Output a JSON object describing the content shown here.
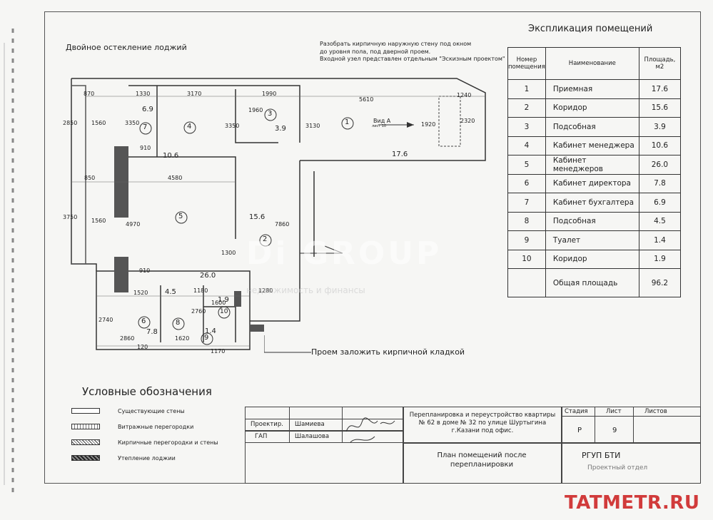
{
  "explication": {
    "title": "Экспликация помещений",
    "col_number": "Номер помещения",
    "col_name": "Наименование",
    "col_area": "Площадь, м2",
    "rows": [
      {
        "num": "1",
        "name": "Приемная",
        "area": "17.6"
      },
      {
        "num": "2",
        "name": "Коридор",
        "area": "15.6"
      },
      {
        "num": "3",
        "name": "Подсобная",
        "area": "3.9"
      },
      {
        "num": "4",
        "name": "Кабинет  менеджера",
        "area": "10.6"
      },
      {
        "num": "5",
        "name": "Кабинет  менеджеров",
        "area": "26.0"
      },
      {
        "num": "6",
        "name": "Кабинет директора",
        "area": "7.8"
      },
      {
        "num": "7",
        "name": "Кабинет  бухгалтера",
        "area": "6.9"
      },
      {
        "num": "8",
        "name": "Подсобная",
        "area": "4.5"
      },
      {
        "num": "9",
        "name": "Туалет",
        "area": "1.4"
      },
      {
        "num": "10",
        "name": "Коридор",
        "area": "1.9"
      }
    ],
    "total_label": "Общая площадь",
    "total_value": "96.2"
  },
  "notes": {
    "loggia": "Двойное остекление лоджий",
    "wall_line1": "Разобрать кирпичную наружную стену под окном",
    "wall_line2": "до  уровня  пола, под  дверной проем.",
    "wall_line3": "Входной узел представлен отдельным \"Эскизным проектом\"",
    "opening": "Проем  заложить  кирпичной  кладкой",
    "view": "Вид А",
    "sheet_ref": "лист 10"
  },
  "plan": {
    "dims": [
      "870",
      "1330",
      "3170",
      "1990",
      "5610",
      "1240",
      "2850",
      "1560",
      "3350",
      "910",
      "1960",
      "3350",
      "3130",
      "1920",
      "2320",
      "4580",
      "850",
      "3750",
      "1560",
      "4970",
      "7860",
      "1300",
      "910",
      "1520",
      "1180",
      "1280",
      "2740",
      "2760",
      "1600",
      "2860",
      "120",
      "1620",
      "1170"
    ],
    "areas": [
      "6.9",
      "10.6",
      "3.9",
      "17.6",
      "15.6",
      "26.0",
      "4.5",
      "1.9",
      "7.8",
      "1.4"
    ],
    "room_numbers": [
      "1",
      "2",
      "3",
      "4",
      "5",
      "6",
      "7",
      "8",
      "9",
      "10"
    ]
  },
  "legend": {
    "title": "Условные обозначения",
    "items": [
      "Существующие стены",
      "Витражные перегородки",
      "Кирпичные  перегородки  и стены",
      "Утепление лоджии"
    ]
  },
  "stamp": {
    "role1": "Проектир.",
    "name1": "Шамиева",
    "role2": "ГАП",
    "name2": "Шалашова",
    "project_title": "Перепланировка и переустройство квартиры № 62  в доме № 32 по улице Шуртыгина  г.Казани под  офис.",
    "stage_label": "Стадия",
    "sheet_label": "Лист",
    "sheets_label": "Листов",
    "stage_value": "Р",
    "sheet_value": "9",
    "drawing_title": "План помещений после перепланировки",
    "org": "РГУП БТИ",
    "dept": "Проектный отдел"
  },
  "watermark": {
    "main": "Di GROUP",
    "sub": "недвижимость и финансы"
  },
  "brand": "TATMETR.RU"
}
